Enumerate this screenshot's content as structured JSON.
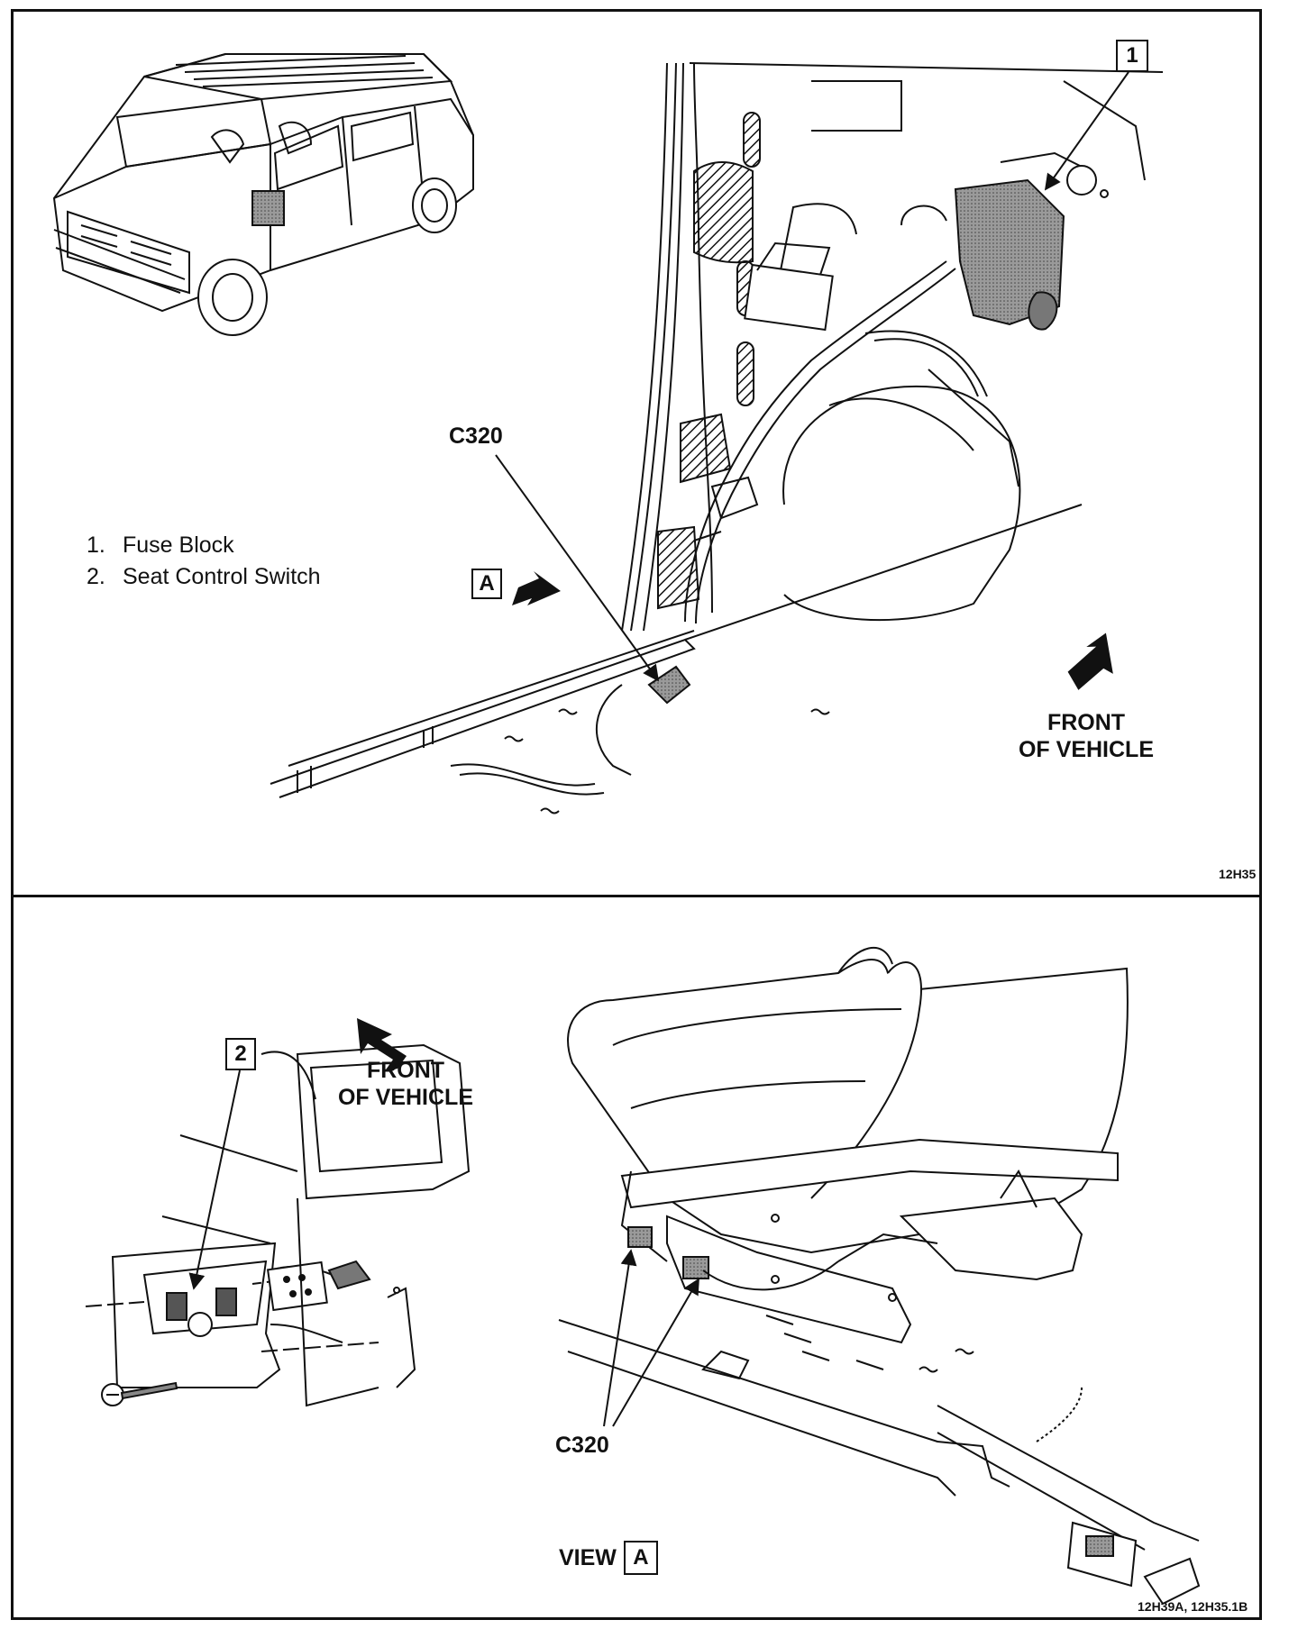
{
  "top_panel": {
    "legend": [
      {
        "num": "1.",
        "text": "Fuse Block"
      },
      {
        "num": "2.",
        "text": "Seat Control Switch"
      }
    ],
    "callout_fuse_block": "1",
    "callout_view": "A",
    "connector_label": "C320",
    "front_label_line1": "FRONT",
    "front_label_line2": "OF VEHICLE",
    "figure_code": "12H35"
  },
  "bottom_panel": {
    "callout_switch": "2",
    "front_label_line1": "FRONT",
    "front_label_line2": "OF VEHICLE",
    "connector_label": "C320",
    "view_label": "VIEW",
    "view_callout": "A",
    "figure_code": "12H39A, 12H35.1B"
  },
  "colors": {
    "line": "#111111",
    "paper": "#ffffff",
    "shade": "#8a8a8a"
  }
}
